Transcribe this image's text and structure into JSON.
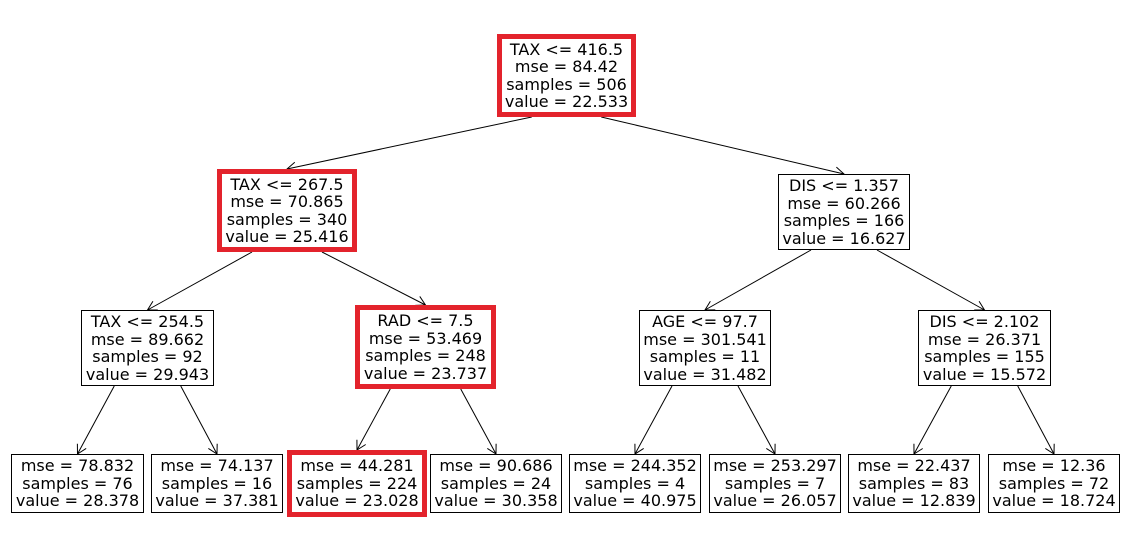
{
  "diagram": {
    "highlight_color": "#e3232c",
    "nodes": [
      {
        "id": "n0",
        "lines": [
          "TAX <= 416.5",
          "mse = 84.42",
          "samples = 506",
          "value = 22.533"
        ],
        "highlighted": true
      },
      {
        "id": "n1",
        "lines": [
          "TAX <= 267.5",
          "mse = 70.865",
          "samples = 340",
          "value = 25.416"
        ],
        "highlighted": true
      },
      {
        "id": "n2",
        "lines": [
          "DIS <= 1.357",
          "mse = 60.266",
          "samples = 166",
          "value = 16.627"
        ],
        "highlighted": false
      },
      {
        "id": "n3",
        "lines": [
          "TAX <= 254.5",
          "mse = 89.662",
          "samples = 92",
          "value = 29.943"
        ],
        "highlighted": false
      },
      {
        "id": "n4",
        "lines": [
          "RAD <= 7.5",
          "mse = 53.469",
          "samples = 248",
          "value = 23.737"
        ],
        "highlighted": true
      },
      {
        "id": "n5",
        "lines": [
          "AGE <= 97.7",
          "mse = 301.541",
          "samples = 11",
          "value = 31.482"
        ],
        "highlighted": false
      },
      {
        "id": "n6",
        "lines": [
          "DIS <= 2.102",
          "mse = 26.371",
          "samples = 155",
          "value = 15.572"
        ],
        "highlighted": false
      },
      {
        "id": "n7",
        "lines": [
          "mse = 78.832",
          "samples = 76",
          "value = 28.378"
        ],
        "highlighted": false
      },
      {
        "id": "n8",
        "lines": [
          "mse = 74.137",
          "samples = 16",
          "value = 37.381"
        ],
        "highlighted": false
      },
      {
        "id": "n9",
        "lines": [
          "mse = 44.281",
          "samples = 224",
          "value = 23.028"
        ],
        "highlighted": true
      },
      {
        "id": "n10",
        "lines": [
          "mse = 90.686",
          "samples = 24",
          "value = 30.358"
        ],
        "highlighted": false
      },
      {
        "id": "n11",
        "lines": [
          "mse = 244.352",
          "samples = 4",
          "value = 40.975"
        ],
        "highlighted": false
      },
      {
        "id": "n12",
        "lines": [
          "mse = 253.297",
          "samples = 7",
          "value = 26.057"
        ],
        "highlighted": false
      },
      {
        "id": "n13",
        "lines": [
          "mse = 22.437",
          "samples = 83",
          "value = 12.839"
        ],
        "highlighted": false
      },
      {
        "id": "n14",
        "lines": [
          "mse = 12.36",
          "samples = 72",
          "value = 18.724"
        ],
        "highlighted": false
      }
    ],
    "edges": [
      [
        "n0",
        "n1"
      ],
      [
        "n0",
        "n2"
      ],
      [
        "n1",
        "n3"
      ],
      [
        "n1",
        "n4"
      ],
      [
        "n2",
        "n5"
      ],
      [
        "n2",
        "n6"
      ],
      [
        "n3",
        "n7"
      ],
      [
        "n3",
        "n8"
      ],
      [
        "n4",
        "n9"
      ],
      [
        "n4",
        "n10"
      ],
      [
        "n5",
        "n11"
      ],
      [
        "n5",
        "n12"
      ],
      [
        "n6",
        "n13"
      ],
      [
        "n6",
        "n14"
      ]
    ]
  }
}
